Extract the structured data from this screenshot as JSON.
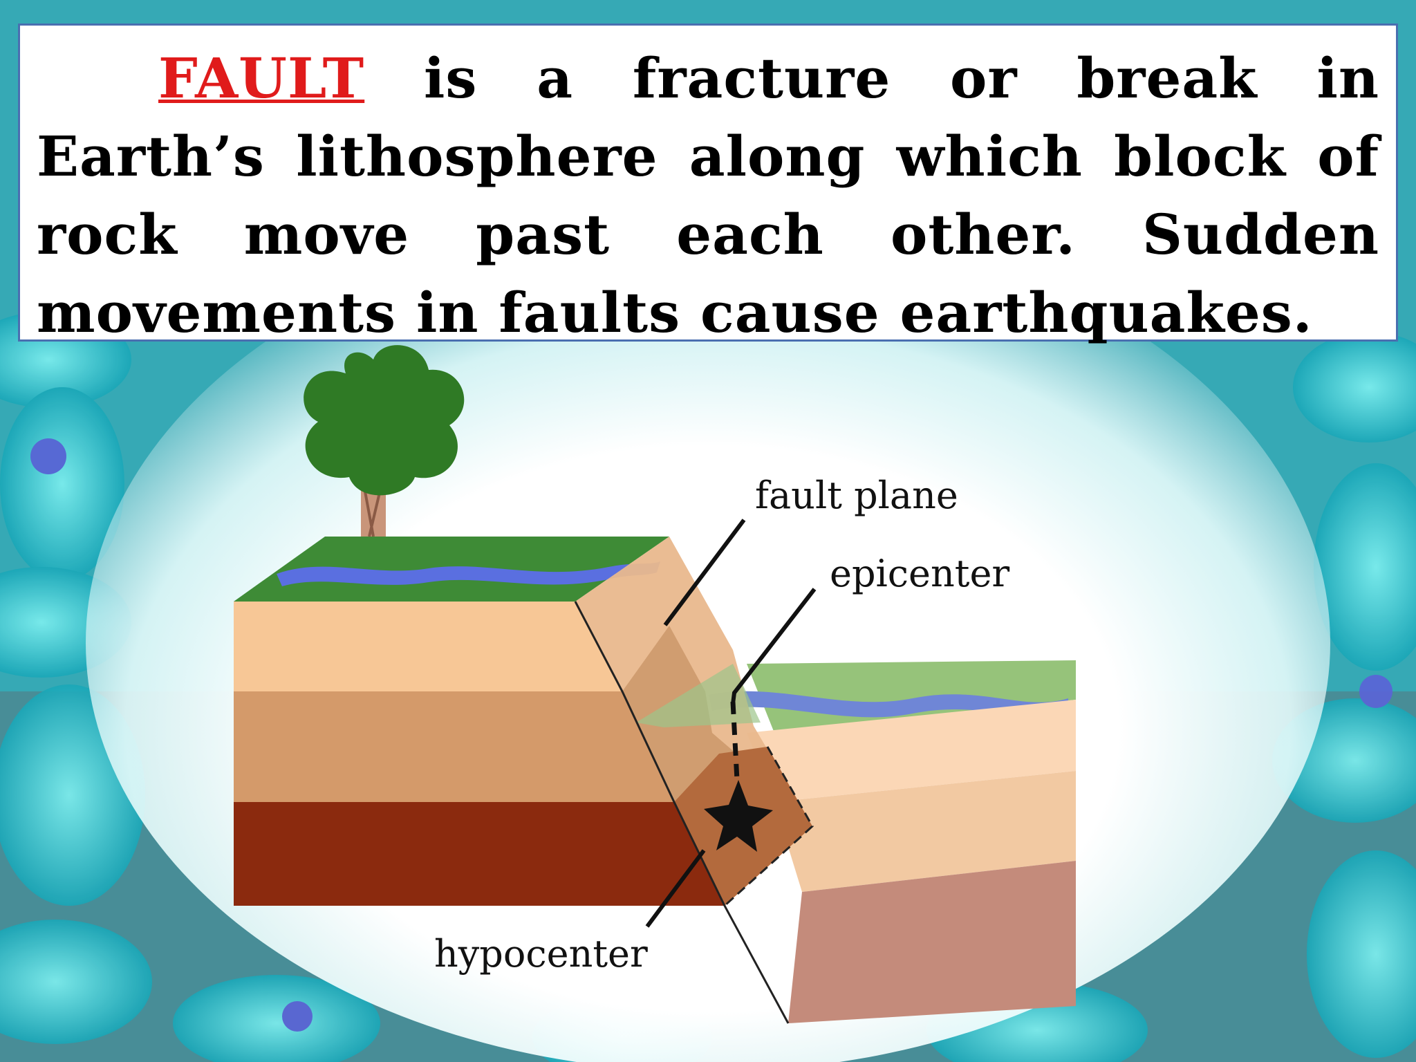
{
  "definition": {
    "term": "FAULT",
    "text": " is a fracture or break in Earth’s lithosphere along which block of rock move past each other. Sudden movements in faults cause earthquakes."
  },
  "diagram": {
    "labels": {
      "fault_plane": "fault plane",
      "epicenter": "epicenter",
      "hypocenter": "hypocenter"
    }
  },
  "colors": {
    "term": "#e01b1b",
    "box_border": "#4a6fb0",
    "grass": "#3e8b36",
    "river": "#5a6fe0",
    "layer_light": "#f7c796",
    "layer_mid": "#d49a6a",
    "layer_dark": "#8b2a0e",
    "tree": "#2f7a25"
  }
}
